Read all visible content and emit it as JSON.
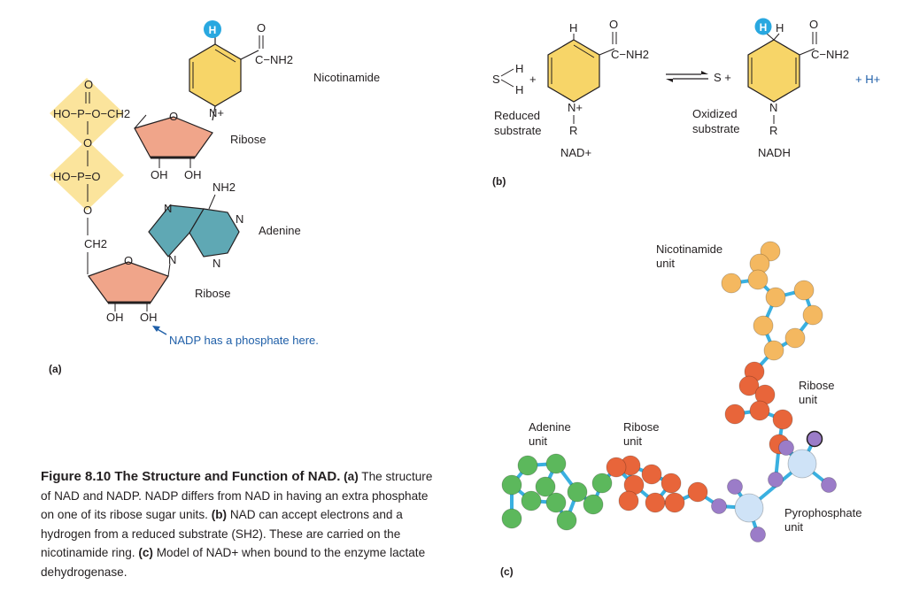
{
  "panel_a": {
    "label": "(a)",
    "H_badge": "H",
    "carbonyl_O": "O",
    "NH2_amide": "C−NH2",
    "nicotinamide": "Nicotinamide",
    "ribose_top": "Ribose",
    "ribose_bottom": "Ribose",
    "adenine": "Adenine",
    "N_plus": "N+",
    "ring_O": "O",
    "phos_upper_O": "O",
    "phos_upper": "HO−P−O−CH2",
    "bridge_O": "O",
    "phos_lower": "HO−P=O",
    "lower_O": "O",
    "CH2": "CH2",
    "OH1": "OH",
    "OH2": "OH",
    "OH3": "OH",
    "OH4": "OH",
    "adenine_NH2": "NH2",
    "adenine_N1": "N",
    "adenine_N2": "N",
    "adenine_N3": "N",
    "adenine_N4": "N",
    "nadp_note": "NADP has a phosphate here."
  },
  "panel_b": {
    "label": "(b)",
    "SH2": "S",
    "H_top": "H",
    "H_bot": "H",
    "plus1": "+",
    "H_ring1": "H",
    "O1": "O",
    "CNH2_1": "C−NH2",
    "N_plus": "N+",
    "R1": "R",
    "reduced_substrate_1": "Reduced",
    "reduced_substrate_2": "substrate",
    "nad_plus": "NAD+",
    "S_plus": "S  +",
    "H_badge": "H",
    "H_ring2": "H",
    "O2": "O",
    "CNH2_2": "C−NH2",
    "N2": "N",
    "R2": "R",
    "oxidized_substrate_1": "Oxidized",
    "oxidized_substrate_2": "substrate",
    "nadh": "NADH",
    "H_plus": "+ H+"
  },
  "panel_c": {
    "label": "(c)",
    "nicotinamide_1": "Nicotinamide",
    "nicotinamide_2": "unit",
    "ribose_r_1": "Ribose",
    "ribose_r_2": "unit",
    "adenine_1": "Adenine",
    "adenine_2": "unit",
    "ribose_l_1": "Ribose",
    "ribose_l_2": "unit",
    "pyro_1": "Pyrophosphate",
    "pyro_2": "unit"
  },
  "caption": {
    "title": "Figure 8.10   The Structure and Function of NAD.",
    "a_label": "(a)",
    "a_text": " The structure of NAD and NADP. NADP differs from NAD in having an extra phosphate on one of its ribose sugar units.",
    "b_label": "(b)",
    "b_text": " NAD can accept electrons and a hydrogen from a reduced substrate (SH2). These are carried on the nicotinamide ring.",
    "c_label": "(c)",
    "c_text": " Model of NAD+ when bound to the enzyme lactate dehydrogenase."
  },
  "colors": {
    "pyridine": "#f7d568",
    "ribose": "#f0a58a",
    "adenine": "#5fa8b4",
    "phosphate": "#fbe49c",
    "badge": "#29a8e0",
    "nicotinamide_atoms": "#f4b860",
    "ribose_atoms": "#e8653a",
    "adenine_atoms": "#5cb85c",
    "phosphate_atoms": "#9b7cc8",
    "bonds": "#3ab0e0"
  }
}
